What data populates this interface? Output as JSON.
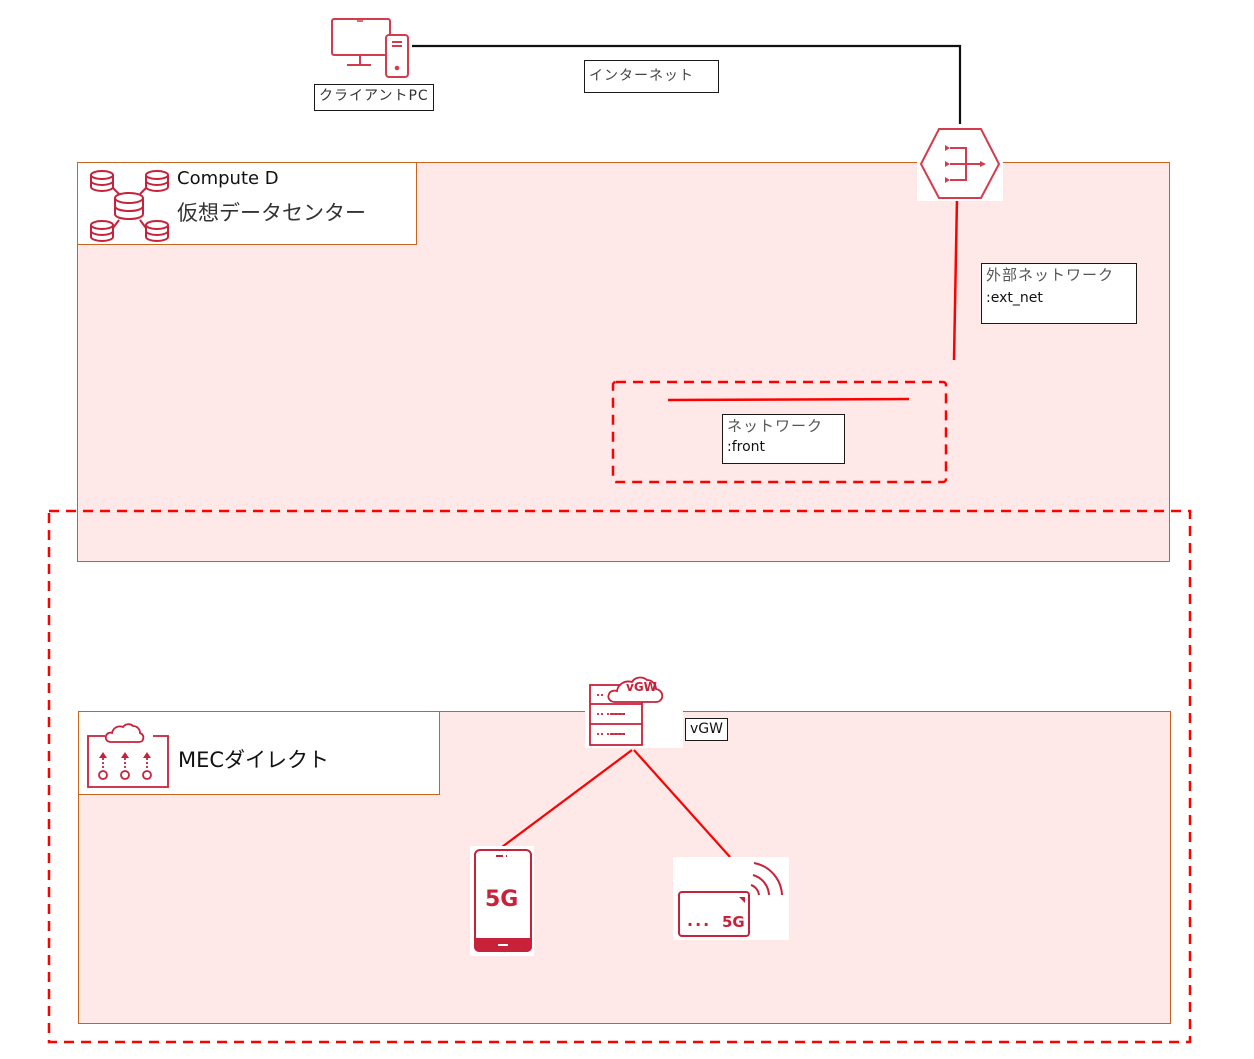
{
  "client": {
    "label": "クライアントPC",
    "icon": "desktop-pc-icon"
  },
  "internet": {
    "label": "インターネット"
  },
  "router": {
    "icon": "load-balancer-hexagon-icon"
  },
  "compute_zone": {
    "title_line1": "Compute D",
    "title_line2": "仮想データセンター",
    "icon": "database-cluster-icon"
  },
  "ext_network": {
    "line1": "外部ネットワーク",
    "line2": ":ext_net"
  },
  "front_network": {
    "line1": "ネットワーク",
    "line2": ":front"
  },
  "mec_zone": {
    "title": "MECダイレクト",
    "icon": "cloud-edge-icon"
  },
  "vgw": {
    "icon_text": "vGW",
    "label": "vGW"
  },
  "devices": [
    {
      "name": "smartphone",
      "text": "5G"
    },
    {
      "name": "router-5g",
      "text": "5G",
      "dots": "..."
    }
  ],
  "colors": {
    "accent": "#c8213a",
    "line_red": "#ff0000",
    "zone_fill": "#ffe8e8",
    "zone_border": "#c8641e"
  }
}
